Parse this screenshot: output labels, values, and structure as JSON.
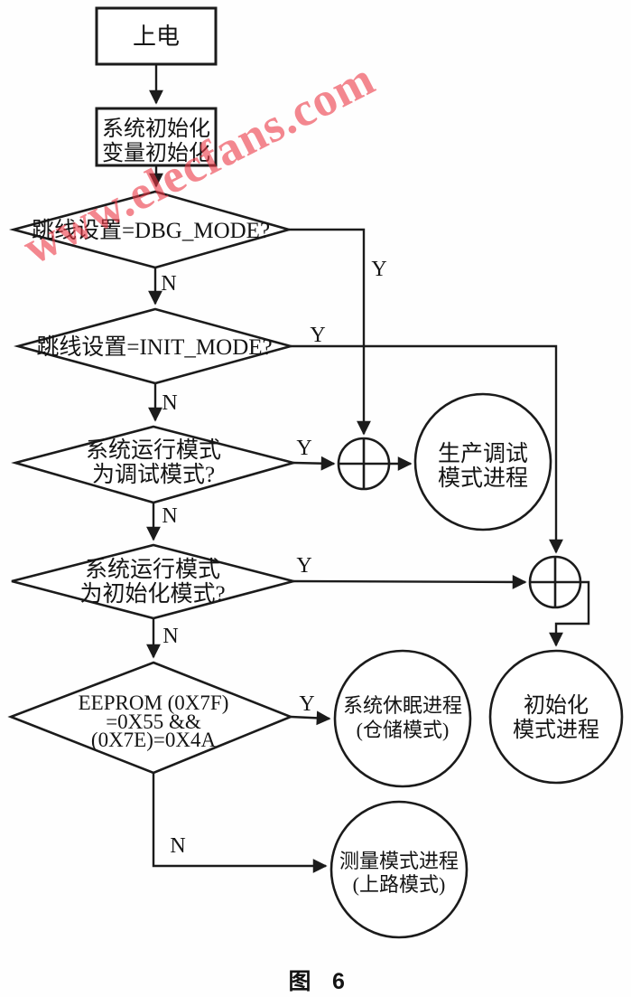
{
  "figure": {
    "caption": {
      "label": "图",
      "number": "6"
    },
    "watermark": {
      "text": "www.elecfans.com",
      "color": "rgba(235,55,68,0.6)"
    },
    "ink_color": "#1b1b1b"
  },
  "nodes": {
    "power": {
      "shape": "rect",
      "label": "上电"
    },
    "sys_init": {
      "shape": "rect",
      "lines": [
        "系统初始化",
        "变量初始化"
      ]
    },
    "jumper_dbg": {
      "shape": "diamond",
      "label": "跳线设置=DBG_MODE?"
    },
    "jumper_init": {
      "shape": "diamond",
      "label": "跳线设置=INIT_MODE?"
    },
    "run_debug": {
      "shape": "diamond",
      "lines": [
        "系统运行模式",
        "为调试模式?"
      ]
    },
    "run_init": {
      "shape": "diamond",
      "lines": [
        "系统运行模式",
        "为初始化模式?"
      ]
    },
    "eeprom_check": {
      "shape": "diamond",
      "lines": [
        "EEPROM (0X7F)",
        "=0X55 &&",
        "(0X7E)=0X4A"
      ]
    },
    "prod_debug": {
      "shape": "circle",
      "lines": [
        "生产调试",
        "模式进程"
      ]
    },
    "init_process": {
      "shape": "circle",
      "lines": [
        "初始化",
        "模式进程"
      ]
    },
    "sleep_process": {
      "shape": "circle",
      "lines": [
        "系统休眠进程",
        "(仓储模式)"
      ]
    },
    "measure_process": {
      "shape": "circle",
      "lines": [
        "测量模式进程",
        "(上路模式)"
      ]
    },
    "junction_debug": {
      "shape": "summing-junction"
    },
    "junction_init": {
      "shape": "summing-junction"
    }
  },
  "edge_labels": {
    "jumper_dbg_yes": "Y",
    "jumper_dbg_no": "N",
    "jumper_init_yes": "Y",
    "jumper_init_no": "N",
    "run_debug_yes": "Y",
    "run_debug_no": "N",
    "run_init_yes": "Y",
    "run_init_no": "N",
    "eeprom_yes": "Y",
    "eeprom_no": "N"
  }
}
